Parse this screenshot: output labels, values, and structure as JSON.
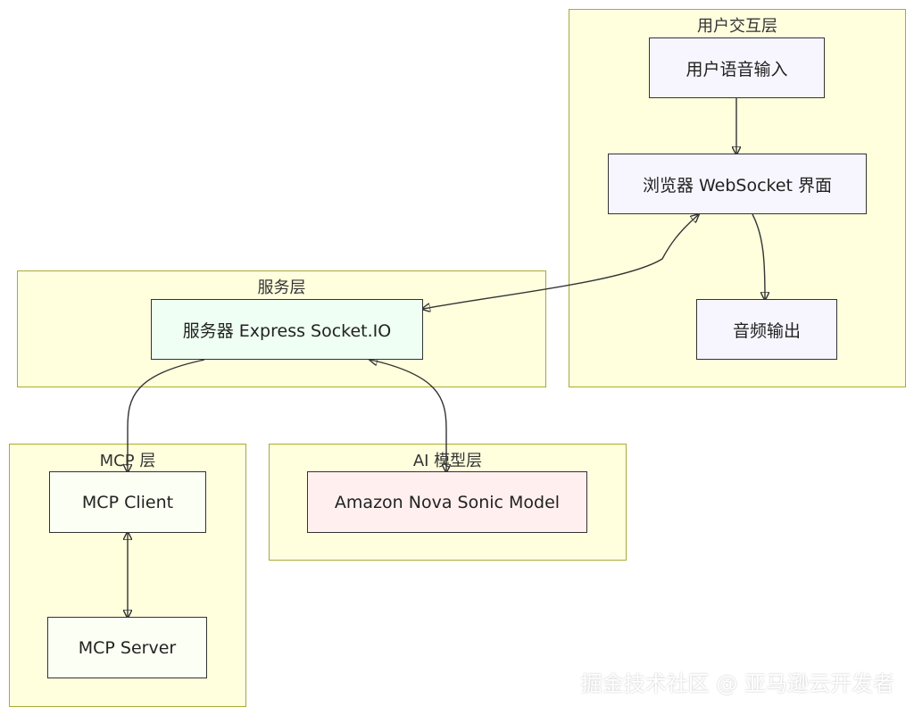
{
  "clusters": {
    "user": {
      "title": "用户交互层"
    },
    "service": {
      "title": "服务层"
    },
    "mcp": {
      "title": "MCP 层"
    },
    "ai": {
      "title": "AI 模型层"
    }
  },
  "nodes": {
    "voice_input": "用户语音输入",
    "browser": "浏览器 WebSocket 界面",
    "audio_output": "音频输出",
    "server": "服务器 Express Socket.IO",
    "mcp_client": "MCP Client",
    "mcp_server": "MCP Server",
    "nova": "Amazon Nova Sonic Model"
  },
  "edges": [
    {
      "from": "voice_input",
      "to": "browser",
      "direction": "forward"
    },
    {
      "from": "browser",
      "to": "audio_output",
      "direction": "forward"
    },
    {
      "from": "browser",
      "to": "server",
      "direction": "both"
    },
    {
      "from": "server",
      "to": "mcp_client",
      "direction": "forward"
    },
    {
      "from": "server",
      "to": "nova",
      "direction": "both"
    },
    {
      "from": "mcp_client",
      "to": "mcp_server",
      "direction": "both"
    }
  ],
  "colors": {
    "cluster_fill": "#ffffde",
    "cluster_border": "#aaaa33",
    "user_node_fill": "#f7f6ff",
    "server_node_fill": "#effff3",
    "ai_node_fill": "#fff0ef",
    "mcp_node_fill": "#fcfff3",
    "edge": "#333333"
  },
  "watermark": "掘金技术社区 @ 亚马逊云开发者"
}
